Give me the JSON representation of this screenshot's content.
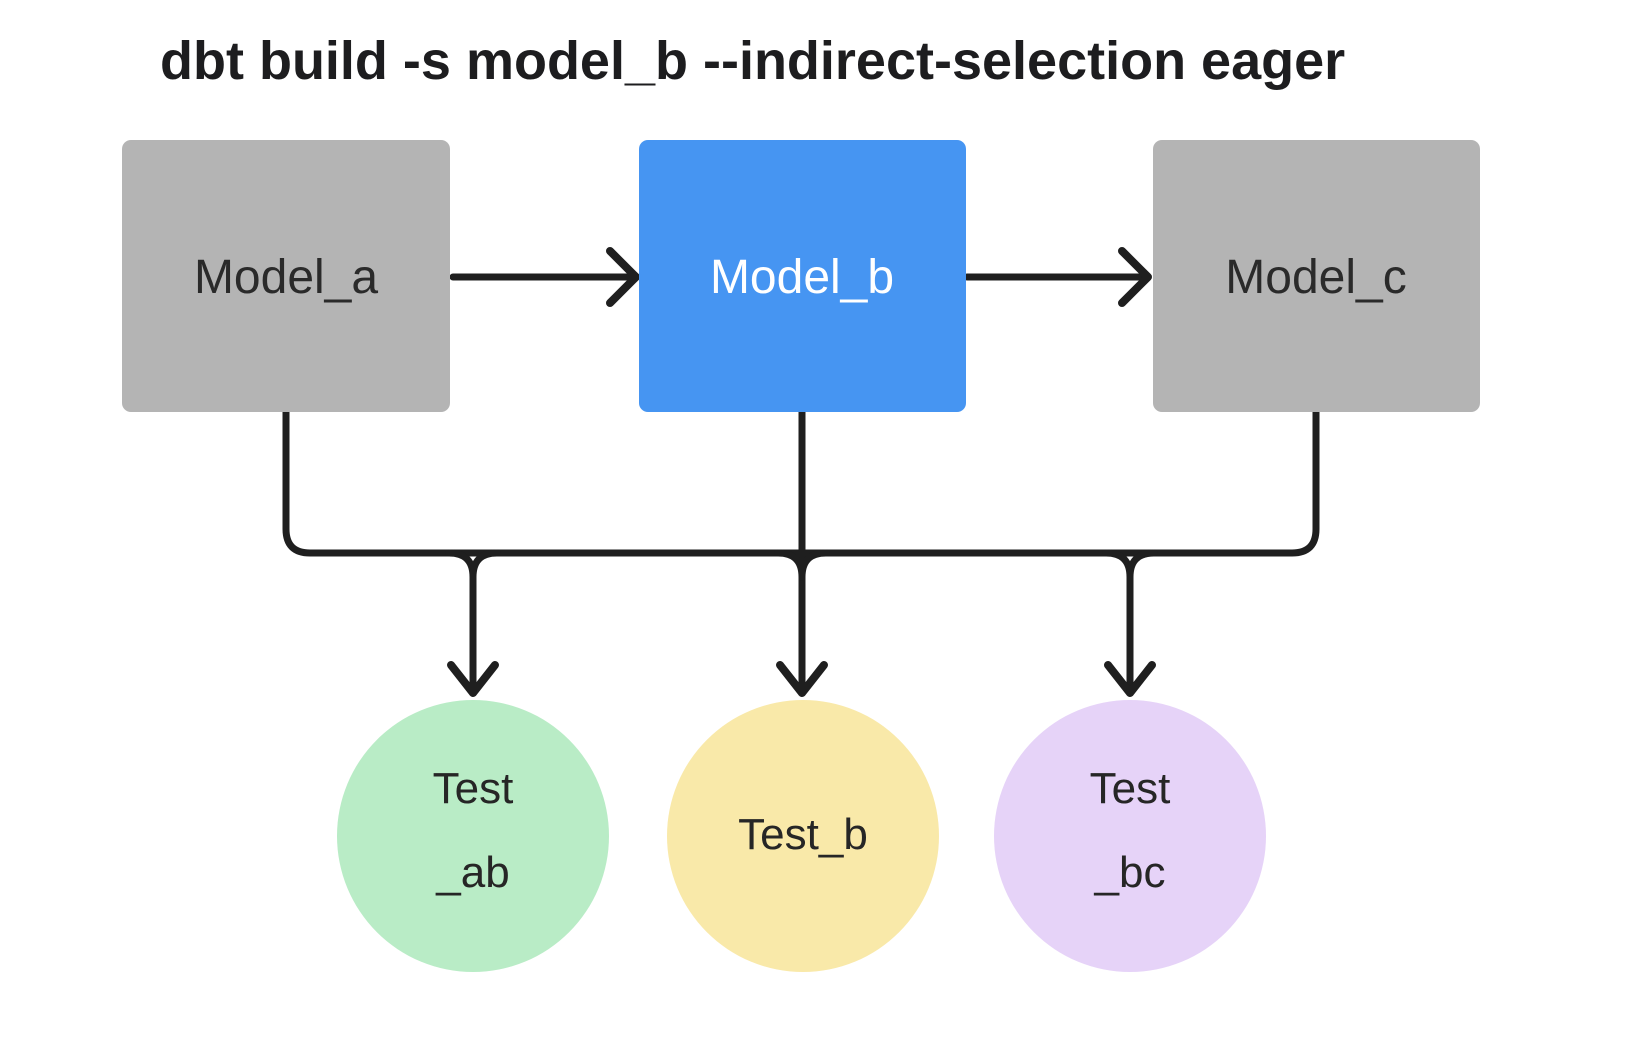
{
  "title": "dbt build -s model_b --indirect-selection eager",
  "colors": {
    "background": "#ffffff",
    "title_text": "#1d1d1f",
    "edge": "#1f1f1f",
    "model_box": "#b4b4b4",
    "model_label": "#2a2a2a",
    "selected_model_box": "#4695f2",
    "selected_model_label": "#ffffff",
    "test_ab_circle": "#b9ecc6",
    "test_b_circle": "#f9e9a9",
    "test_bc_circle": "#e6d3f8",
    "test_label": "#262626"
  },
  "nodes": {
    "model_a": {
      "label": "Model_a",
      "kind": "model",
      "selected": false
    },
    "model_b": {
      "label": "Model_b",
      "kind": "model",
      "selected": true
    },
    "model_c": {
      "label": "Model_c",
      "kind": "model",
      "selected": false
    },
    "test_ab": {
      "label": "Test _ab",
      "line1": "Test",
      "line2": "_ab",
      "kind": "test"
    },
    "test_b": {
      "label": "Test_b",
      "line1": "Test_b",
      "kind": "test"
    },
    "test_bc": {
      "label": "Test _bc",
      "line1": "Test",
      "line2": "_bc",
      "kind": "test"
    }
  },
  "edges": [
    {
      "from": "model_a",
      "to": "model_b"
    },
    {
      "from": "model_b",
      "to": "model_c"
    },
    {
      "from": "model_a",
      "to": "test_ab"
    },
    {
      "from": "model_b",
      "to": "test_ab"
    },
    {
      "from": "model_b",
      "to": "test_b"
    },
    {
      "from": "model_b",
      "to": "test_bc"
    },
    {
      "from": "model_c",
      "to": "test_bc"
    }
  ]
}
